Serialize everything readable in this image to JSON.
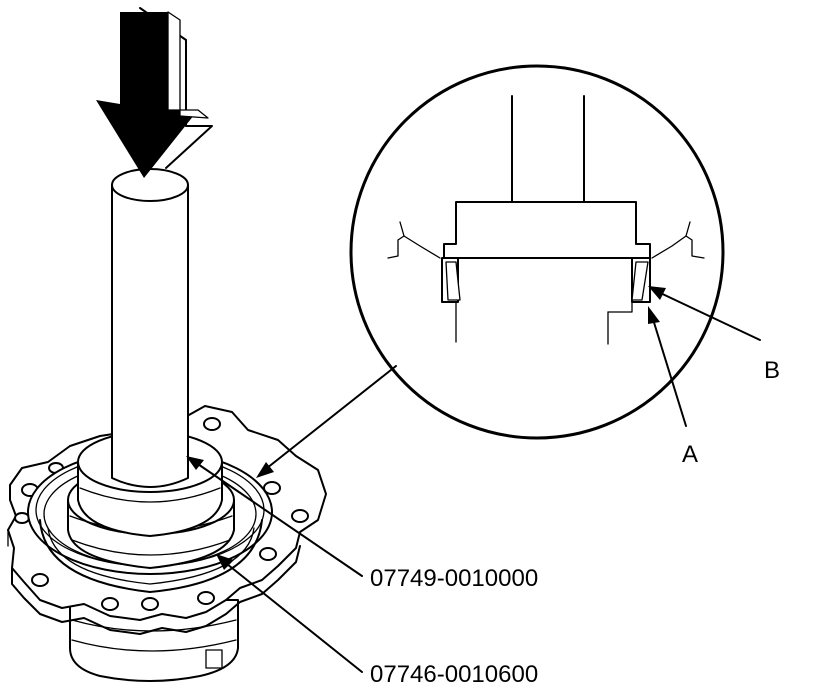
{
  "labels": {
    "callout_a": "A",
    "callout_b": "B",
    "tool_upper": "07749-0010000",
    "tool_lower": "07746-0010600"
  }
}
